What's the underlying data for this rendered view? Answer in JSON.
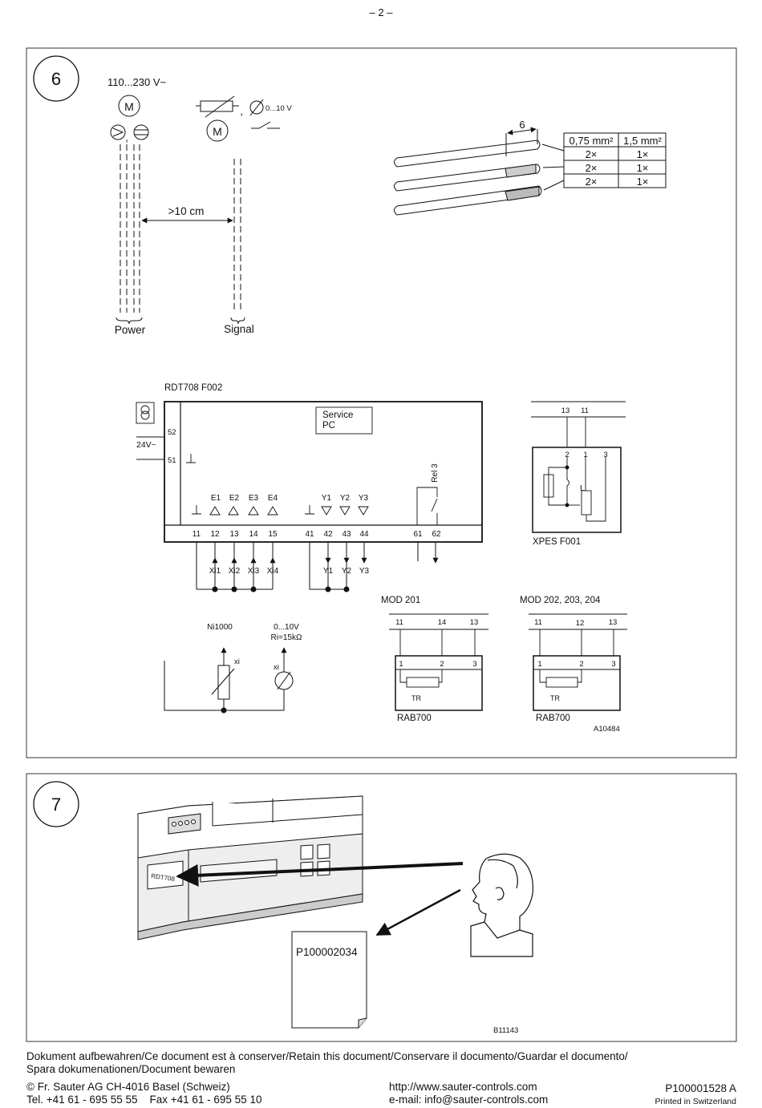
{
  "page": {
    "number": "– 2 –"
  },
  "section6": {
    "num": "6",
    "voltage": "110...230 V~",
    "motor": "M",
    "motor2": "M",
    "comma": ",",
    "signal_range": "0...10 V",
    "distance": ">10 cm",
    "power_label": "Power",
    "signal_label": "Signal",
    "strip_length": "6",
    "wire_table": {
      "headers": [
        "0,75 mm²",
        "1,5 mm²"
      ],
      "rows": [
        [
          "2×",
          "1×"
        ],
        [
          "2×",
          "1×"
        ],
        [
          "2×",
          "1×"
        ]
      ]
    },
    "device": {
      "title": "RDT708 F002",
      "service": "Service",
      "pc": "PC",
      "supply_voltage": "24V~",
      "pin52": "52",
      "pin51": "51",
      "inputs": [
        "E1",
        "E2",
        "E3",
        "E4"
      ],
      "outputs": [
        "Y1",
        "Y2",
        "Y3"
      ],
      "relay": "Rel 3",
      "terminals": [
        "11",
        "12",
        "13",
        "14",
        "15",
        "41",
        "42",
        "43",
        "44",
        "61",
        "62"
      ],
      "xi_labels": [
        "Xi1",
        "Xi2",
        "Xi3",
        "Xi4"
      ],
      "y_labels": [
        "Y1",
        "Y2",
        "Y3"
      ]
    },
    "xpes": {
      "title": "XPES F001",
      "top_terms": [
        "13",
        "11"
      ],
      "inner_terms": [
        "2",
        "1",
        "3"
      ],
      "l_label": "L"
    },
    "mod201": {
      "title": "MOD 201",
      "terms": [
        "11",
        "14",
        "13"
      ],
      "inner": [
        "1",
        "2",
        "3"
      ],
      "tr": "TR",
      "rab": "RAB700"
    },
    "mod202": {
      "title": "MOD 202, 203, 204",
      "terms": [
        "11",
        "12",
        "13"
      ],
      "inner": [
        "1",
        "2",
        "3"
      ],
      "tr": "TR",
      "rab": "RAB700"
    },
    "sensors": {
      "ni": "Ni1000",
      "range": "0...10V",
      "ri": "Ri=15kΩ",
      "xi": "xi",
      "xi2": "xi"
    },
    "code": "A10484"
  },
  "section7": {
    "num": "7",
    "device_label": "RDT708",
    "doc_number": "P100002034",
    "code": "B11143"
  },
  "footer": {
    "retain_line1": "Dokument aufbewahren/Ce document est à conserver/Retain this document/Conservare il documento/Guardar el documento/",
    "retain_line2": "Spara dokumenationen/Document bewaren",
    "company": "© Fr. Sauter AG CH-4016 Basel (Schweiz)",
    "phone": "Tel. +41 61 - 695 55 55    Fax +41 61 - 695 55 10",
    "url": "http://www.sauter-controls.com",
    "email": "e-mail: info@sauter-controls.com",
    "doc_id": "P100001528 A",
    "printed": "Printed in Switzerland"
  }
}
